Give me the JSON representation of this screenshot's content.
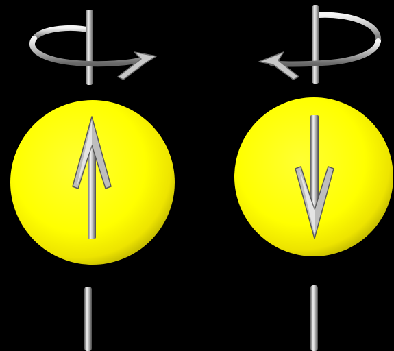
{
  "colors": {
    "background": "#000000",
    "sphere_fill": "#FFFF00",
    "sphere_shade": "#C9C000",
    "metal_light": "#F2F2F2",
    "metal_mid": "#A8A8A8",
    "metal_dark": "#555555"
  },
  "particles": [
    {
      "id": "left",
      "spin": "up",
      "rotation": "counterclockwise-from-top"
    },
    {
      "id": "right",
      "spin": "down",
      "rotation": "clockwise-from-top"
    }
  ]
}
